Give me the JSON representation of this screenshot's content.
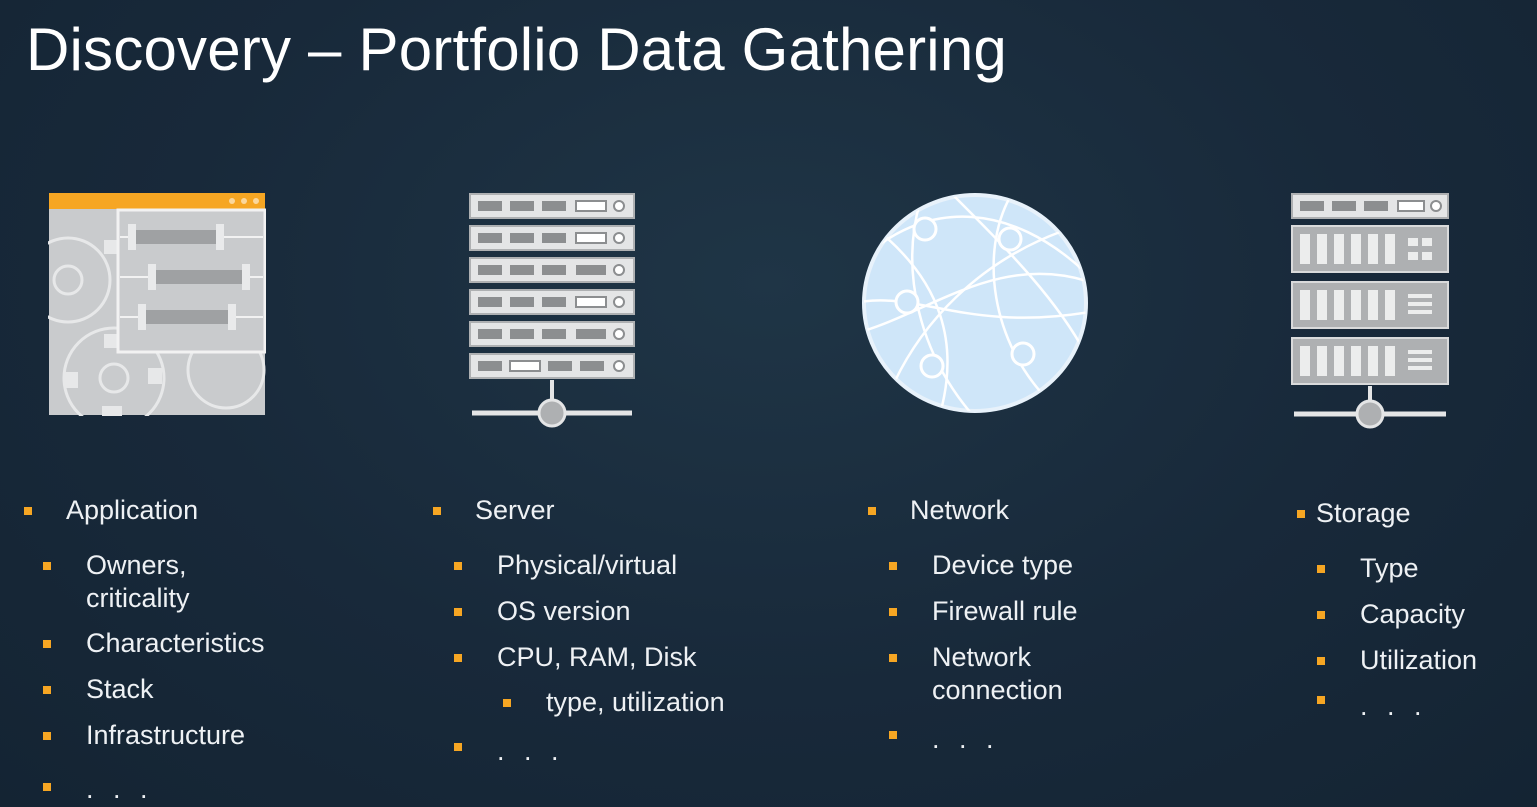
{
  "slide": {
    "title": "Discovery – Portfolio Data Gathering"
  },
  "colors": {
    "background": "#18293a",
    "bullet": "#f6a623",
    "icon_gray": "#c9cbcd",
    "icon_orange": "#f6a623",
    "globe_fill": "#cfe6f9"
  },
  "icons": {
    "application": "application-gears-window-icon",
    "server": "server-rack-icon",
    "network": "network-globe-icon",
    "storage": "storage-array-icon"
  },
  "columns": {
    "application": {
      "heading": "Application",
      "items": [
        "Owners, criticality",
        "Characteristics",
        "Stack",
        "Infrastructure",
        ". . ."
      ]
    },
    "server": {
      "heading": "Server",
      "items": [
        "Physical/virtual",
        "OS version",
        "CPU, RAM, Disk"
      ],
      "subitems": [
        "type, utilization"
      ],
      "more": ". . ."
    },
    "network": {
      "heading": "Network",
      "items": [
        "Device type",
        "Firewall rule",
        "Network connection",
        ". . ."
      ]
    },
    "storage": {
      "heading": "Storage",
      "items": [
        "Type",
        "Capacity",
        "Utilization",
        ". . ."
      ]
    }
  }
}
